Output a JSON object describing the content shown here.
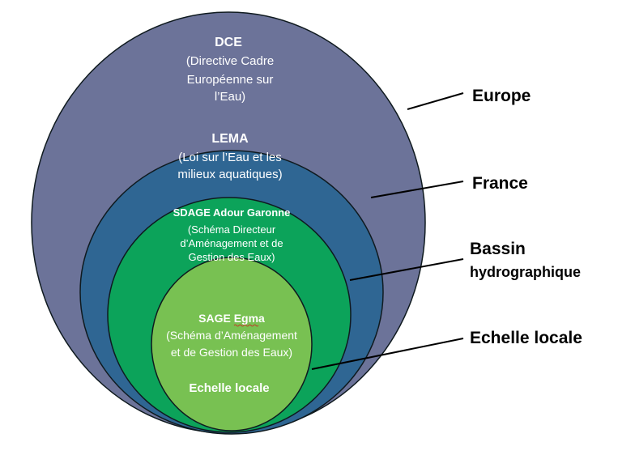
{
  "colors": {
    "europe": "#6c7399",
    "france": "#2f6693",
    "bassin": "#0ca35a",
    "local": "#78c152",
    "stroke": "#0f1a1f"
  },
  "levels": [
    {
      "title": "DCE",
      "lines": [
        "(Directive Cadre",
        "Européenne sur",
        "l’Eau)"
      ],
      "scope": "Europe"
    },
    {
      "title": "LEMA",
      "lines": [
        "(Loi sur l’Eau et les",
        "milieux aquatiques)"
      ],
      "scope": "France"
    },
    {
      "title": "SDAGE  Adour Garonne",
      "lines": [
        "(Schéma Directeur",
        "d’Aménagement et de",
        "Gestion des Eaux)"
      ],
      "scope_lines": [
        "Bassin",
        "hydrographique"
      ]
    },
    {
      "title": "SAGE  Egma",
      "lines": [
        "(Schéma d’Aménagement",
        "et de Gestion des Eaux)"
      ],
      "footer": "Echelle locale",
      "scope": "Echelle locale"
    }
  ]
}
